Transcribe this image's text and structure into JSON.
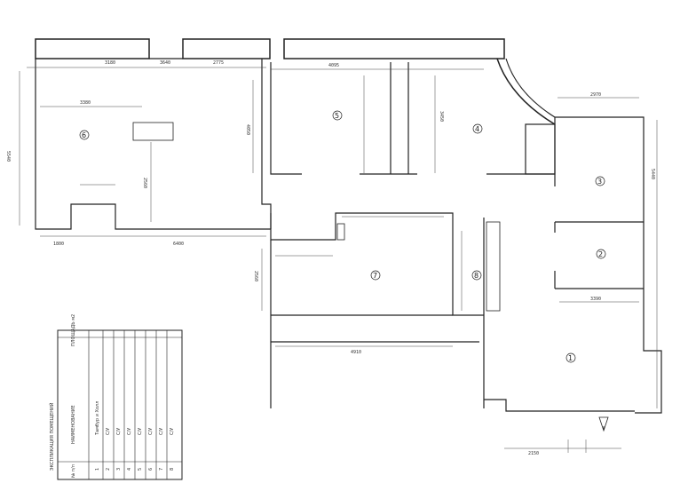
{
  "plan": {
    "rooms": [
      {
        "id": "room-1",
        "label": "1"
      },
      {
        "id": "room-2",
        "label": "2"
      },
      {
        "id": "room-3",
        "label": "3"
      },
      {
        "id": "room-4",
        "label": "4"
      },
      {
        "id": "room-5",
        "label": "5"
      },
      {
        "id": "room-6",
        "label": "6"
      },
      {
        "id": "room-7",
        "label": "7"
      },
      {
        "id": "room-8",
        "label": "8"
      }
    ],
    "dimensions": {
      "top_left": "3180",
      "top_2": "3640",
      "top_3": "2775",
      "top_4": "4095",
      "room6_width": "3380",
      "left_height": "5540",
      "room6_inner": "2560",
      "corridor_width": "6400",
      "bottom_left": "1800",
      "room5_height": "4050",
      "room4_height": "3450",
      "room7_width": "4910",
      "room7_height": "2560",
      "room3_width": "2970",
      "room3_height": "5440",
      "room1_width": "3390",
      "bottom_right": "2150"
    }
  },
  "table": {
    "title": "ЭКСПЛИКАЦИЯ ПОМЕЩЕНИЙ",
    "headers": {
      "num": "№ п/п",
      "name": "НАИМЕНОВАНИЕ",
      "area": "ПЛОЩАДЬ м2"
    },
    "rows": [
      {
        "num": "1",
        "name": "Тамбур и Холл"
      },
      {
        "num": "2",
        "name": "С/У"
      },
      {
        "num": "3",
        "name": "С/У"
      },
      {
        "num": "4",
        "name": "С/У"
      },
      {
        "num": "5",
        "name": "С/У"
      },
      {
        "num": "6",
        "name": "С/У"
      },
      {
        "num": "7",
        "name": "С/У"
      },
      {
        "num": "8",
        "name": "С/У"
      }
    ]
  }
}
